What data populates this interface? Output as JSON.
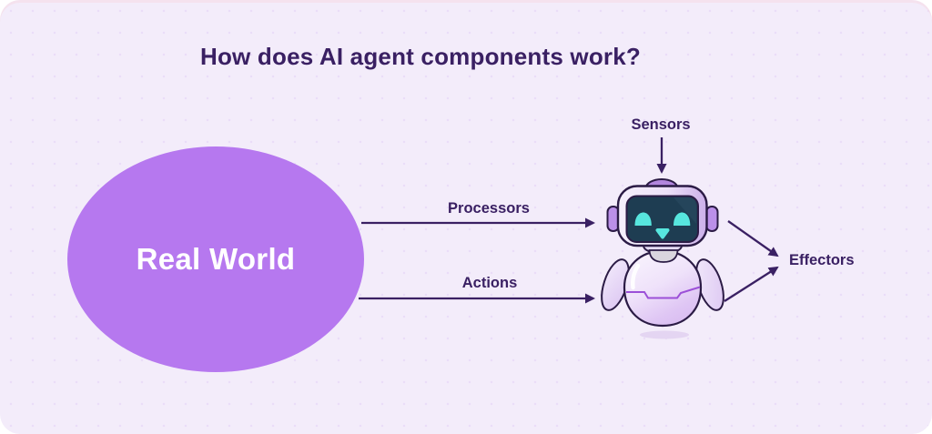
{
  "title": "How does AI agent components work?",
  "diagram": {
    "real_world_node": {
      "label": "Real World",
      "fill": "#B678EF",
      "text_color": "#FFFFFF"
    },
    "agent_node": {
      "icon": "robot-illustration"
    },
    "labels": {
      "sensors": "Sensors",
      "processors": "Processors",
      "actions": "Actions",
      "effectors": "Effectors"
    },
    "edges": [
      {
        "id": "sensors",
        "label": "Sensors",
        "from": "environment",
        "to": "agent-head",
        "direction": "down"
      },
      {
        "id": "processors",
        "label": "Processors",
        "from": "real-world",
        "to": "agent",
        "direction": "right"
      },
      {
        "id": "actions",
        "label": "Actions",
        "from": "real-world",
        "to": "agent",
        "direction": "right"
      },
      {
        "id": "effectors-upper",
        "label": "Effectors",
        "from": "agent",
        "to": "effectors-label",
        "direction": "down-right"
      },
      {
        "id": "effectors-lower",
        "label": "Effectors",
        "from": "agent",
        "to": "effectors-label",
        "direction": "up-right"
      }
    ],
    "colors": {
      "background": "#F3ECFA",
      "title_text": "#3A2063",
      "arrow": "#3A2063",
      "label_text": "#3A2063",
      "robot_outline": "#2B1B45",
      "robot_screen": "#1E3D52",
      "robot_eyes": "#57E6DE",
      "robot_ears": "#BB90E9",
      "robot_belt": "#9C50D8"
    }
  }
}
